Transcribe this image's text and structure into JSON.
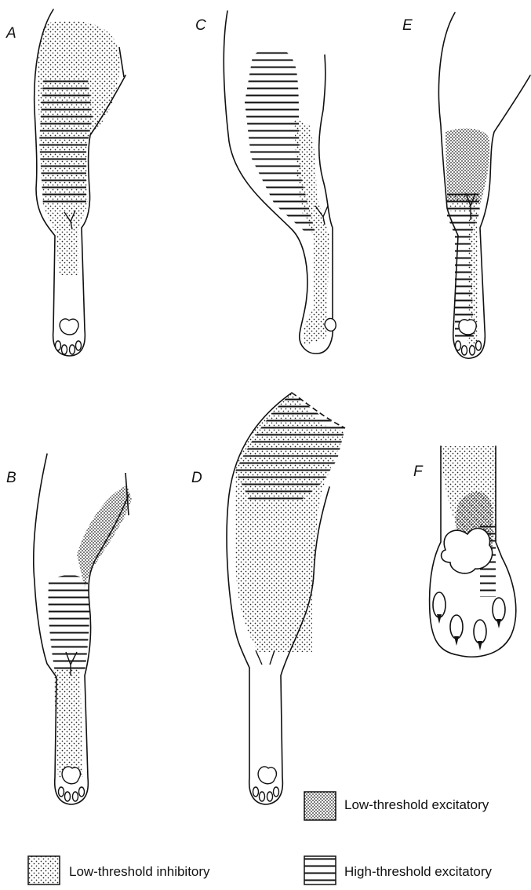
{
  "panels": [
    {
      "id": "A",
      "letter": "A"
    },
    {
      "id": "B",
      "letter": "B"
    },
    {
      "id": "C",
      "letter": "C"
    },
    {
      "id": "D",
      "letter": "D"
    },
    {
      "id": "E",
      "letter": "E"
    },
    {
      "id": "F",
      "letter": "F"
    }
  ],
  "legend": {
    "low_threshold_excitatory": "Low-threshold excitatory",
    "low_threshold_inhibitory": "Low-threshold inhibitory",
    "high_threshold_excitatory": "High-threshold excitatory"
  },
  "patterns": {
    "inhibitory": "fine-dots",
    "low_excitatory": "dense-dots",
    "high_excitatory": "horizontal-lines"
  },
  "colors": {
    "ink": "#111111",
    "background": "#ffffff"
  }
}
